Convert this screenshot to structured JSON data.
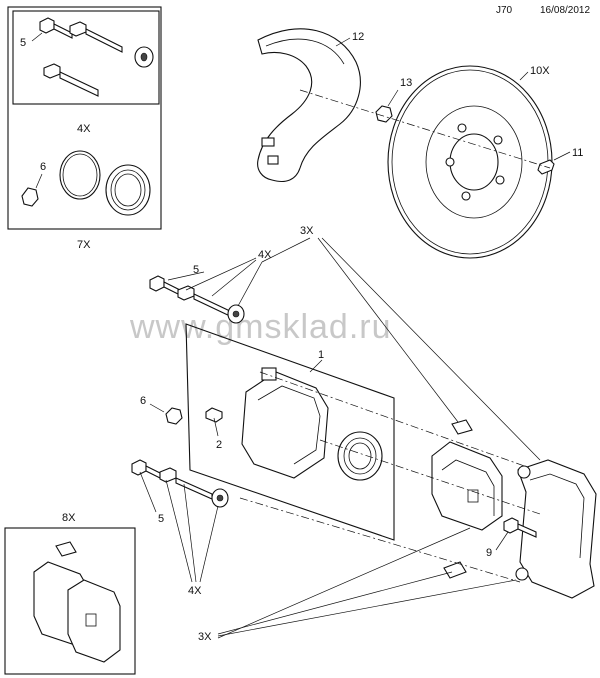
{
  "header": {
    "diagram_code": "J70",
    "date": "16/08/2012"
  },
  "watermark": "www.gmsklad.ru",
  "callouts": {
    "c1": "1",
    "c2": "2",
    "c5a": "5",
    "c5b": "5",
    "c5c": "5",
    "c6a": "6",
    "c6b": "6",
    "c9": "9",
    "c11": "11",
    "c12": "12",
    "c13": "13",
    "q4x_box": "4X",
    "q7x": "7X",
    "q10x": "10X",
    "q4x_top": "4X",
    "q3x_top": "3X",
    "q4x_bot": "4X",
    "q3x_bot": "3X",
    "q8x": "8X"
  }
}
